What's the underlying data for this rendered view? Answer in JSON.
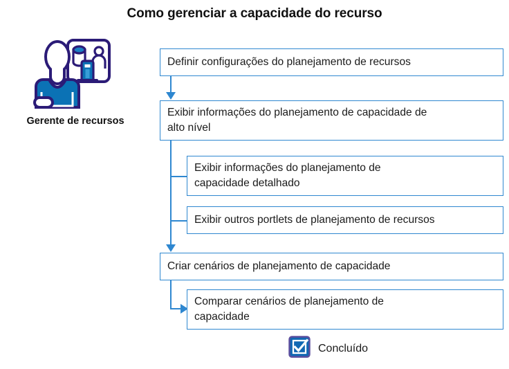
{
  "title": "Como gerenciar a capacidade do recurso",
  "role": {
    "label": "Gerente de recursos",
    "icon": "resource-manager-person-icon"
  },
  "flow": {
    "steps": [
      {
        "id": "step-1",
        "level": 0,
        "lines": [
          "Definir configurações do planejamento de recursos"
        ],
        "text": "Definir configurações do planejamento de recursos"
      },
      {
        "id": "step-2",
        "level": 0,
        "lines": [
          "Exibir informações do planejamento de capacidade de",
          "alto nível"
        ],
        "text": "Exibir informações do planejamento de capacidade de alto nível"
      },
      {
        "id": "step-3",
        "level": 1,
        "lines": [
          "Exibir informações do planejamento de",
          "capacidade detalhado"
        ],
        "text": "Exibir informações do planejamento de capacidade detalhado"
      },
      {
        "id": "step-4",
        "level": 1,
        "lines": [
          "Exibir outros portlets de planejamento de recursos"
        ],
        "text": "Exibir outros portlets de planejamento de recursos"
      },
      {
        "id": "step-5",
        "level": 0,
        "lines": [
          "Criar cenários de planejamento de capacidade"
        ],
        "text": "Criar cenários de planejamento de capacidade"
      },
      {
        "id": "step-6",
        "level": 1,
        "lines": [
          "Comparar cenários de planejamento de",
          "capacidade"
        ],
        "text": "Comparar cenários de planejamento de capacidade"
      }
    ]
  },
  "legend": {
    "label": "Concluído",
    "icon": "checked-checkbox-icon"
  },
  "colors": {
    "box_border": "#2E87D0",
    "connector": "#2E87D0",
    "icon_navy": "#2B1B77",
    "icon_blue": "#0B72B5",
    "title_text": "#111111",
    "body_text": "#1a1a1a",
    "legend_icon_border": "#5B4E9E",
    "legend_icon_fill": "#1168B3"
  }
}
